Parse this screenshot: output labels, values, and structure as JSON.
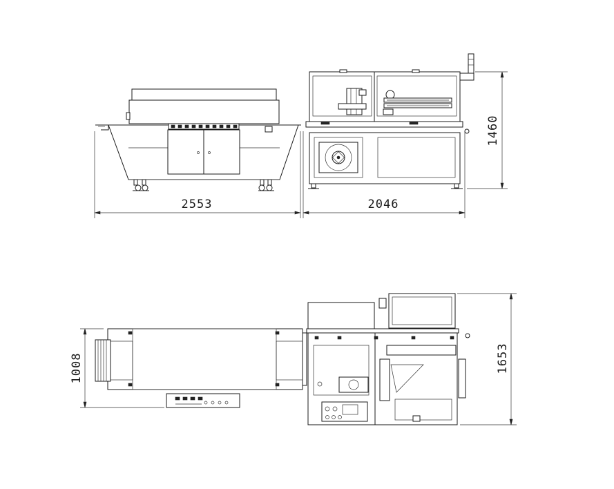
{
  "dimensions": {
    "front_length": "2553",
    "front_width": "2046",
    "front_height": "1460",
    "top_depth": "1008",
    "top_depth_right": "1653"
  }
}
